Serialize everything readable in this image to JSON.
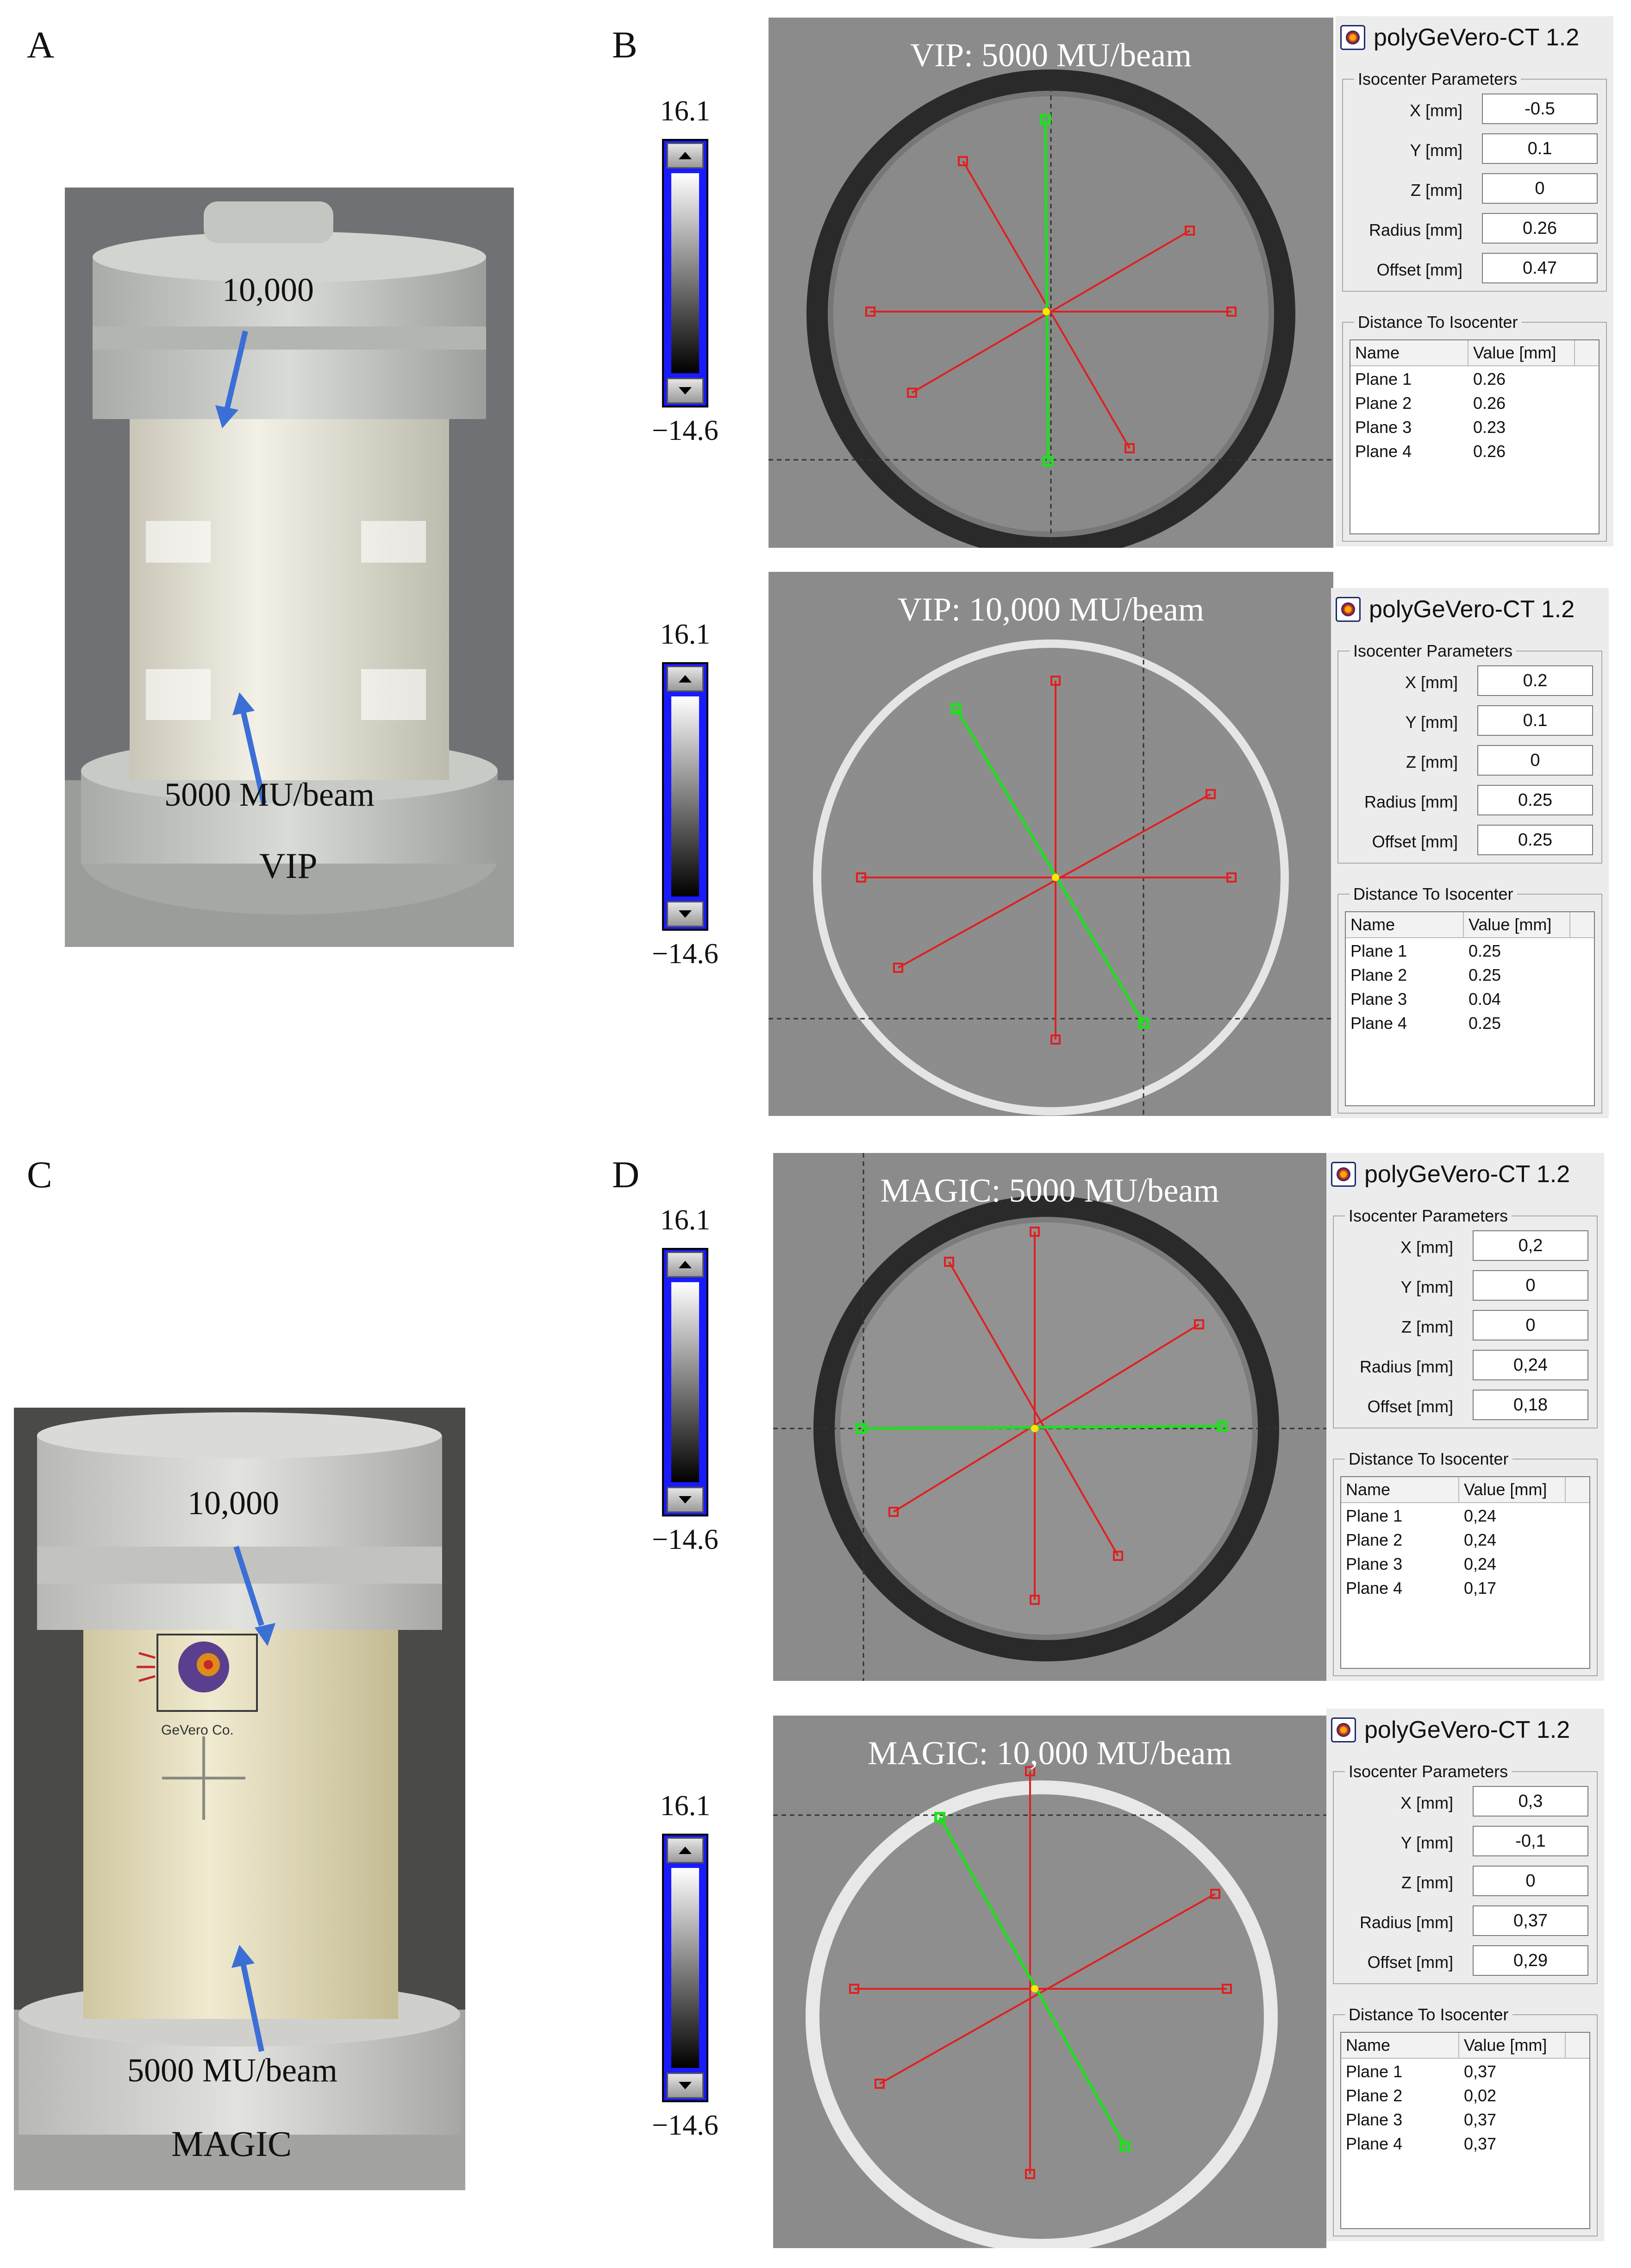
{
  "panels": [
    {
      "id": "A",
      "letter": "A"
    },
    {
      "id": "B",
      "letter": "B"
    },
    {
      "id": "C",
      "letter": "C"
    },
    {
      "id": "D",
      "letter": "D"
    }
  ],
  "photo_vip": {
    "label_top": "10,000",
    "label_bottom": "5000 MU/beam",
    "name": "VIP"
  },
  "photo_magic": {
    "label_top": "10,000",
    "label_bottom": "5000 MU/beam",
    "name": "MAGIC",
    "logo_text": "GeVero Co."
  },
  "scale": {
    "max": "16.1",
    "min": "−14.6"
  },
  "software_title": "polyGeVero-CT 1.2",
  "iso_group_title": "Isocenter Parameters",
  "dist_group_title": "Distance To Isocenter",
  "param_labels": [
    "X [mm]",
    "Y [mm]",
    "Z [mm]",
    "Radius [mm]",
    "Offset [mm]"
  ],
  "table_headers": [
    "Name",
    "Value [mm]"
  ],
  "plane_names": [
    "Plane 1",
    "Plane 2",
    "Plane 3",
    "Plane 4"
  ],
  "recon": [
    {
      "title": "VIP: 5000 MU/beam",
      "params": [
        "-0.5",
        "0.1",
        "0",
        "0.26",
        "0.47"
      ],
      "distances": [
        "0.26",
        "0.26",
        "0.23",
        "0.26"
      ]
    },
    {
      "title": "VIP: 10,000 MU/beam",
      "params": [
        "0.2",
        "0.1",
        "0",
        "0.25",
        "0.25"
      ],
      "distances": [
        "0.25",
        "0.25",
        "0.04",
        "0.25"
      ]
    },
    {
      "title": "MAGIC: 5000 MU/beam",
      "params": [
        "0,2",
        "0",
        "0",
        "0,24",
        "0,18"
      ],
      "distances": [
        "0,24",
        "0,24",
        "0,24",
        "0,17"
      ]
    },
    {
      "title": "MAGIC: 10,000 MU/beam",
      "params": [
        "0,3",
        "-0,1",
        "0",
        "0,37",
        "0,29"
      ],
      "distances": [
        "0,37",
        "0,02",
        "0,37",
        "0,37"
      ]
    }
  ],
  "colors": {
    "background": "#ffffff",
    "arrow": "#3b6fd6",
    "star_red": "#e02020",
    "star_green": "#22dd22",
    "scale_blue": "#1a1aff"
  }
}
